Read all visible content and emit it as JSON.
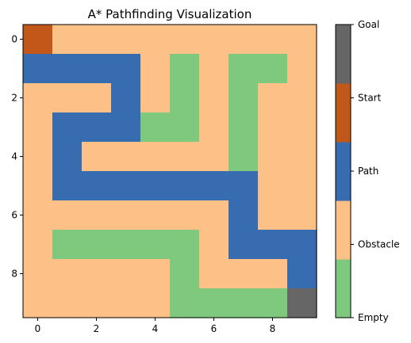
{
  "chart_data": {
    "type": "heatmap",
    "title": "A* Pathfinding Visualization",
    "xlabel": "",
    "ylabel": "",
    "rows": 10,
    "cols": 10,
    "x_ticks": [
      0,
      2,
      4,
      6,
      8
    ],
    "y_ticks": [
      0,
      2,
      4,
      6,
      8
    ],
    "xlim": [
      -0.5,
      9.5
    ],
    "ylim": [
      9.5,
      -0.5
    ],
    "grid": false,
    "categories": [
      {
        "value": 0,
        "label": "Empty",
        "color": "#7fc97f"
      },
      {
        "value": 1,
        "label": "Obstacle",
        "color": "#fdc086"
      },
      {
        "value": 2,
        "label": "Path",
        "color": "#386cb0"
      },
      {
        "value": 3,
        "label": "Start",
        "color": "#c2571a"
      },
      {
        "value": 4,
        "label": "Goal",
        "color": "#666666"
      }
    ],
    "values": [
      [
        3,
        1,
        1,
        1,
        1,
        1,
        1,
        1,
        1,
        1
      ],
      [
        2,
        2,
        2,
        2,
        1,
        0,
        1,
        0,
        0,
        1
      ],
      [
        1,
        1,
        1,
        2,
        1,
        0,
        1,
        0,
        1,
        1
      ],
      [
        1,
        2,
        2,
        2,
        0,
        0,
        1,
        0,
        1,
        1
      ],
      [
        1,
        2,
        1,
        1,
        1,
        1,
        1,
        0,
        1,
        1
      ],
      [
        1,
        2,
        2,
        2,
        2,
        2,
        2,
        2,
        1,
        1
      ],
      [
        1,
        1,
        1,
        1,
        1,
        1,
        1,
        2,
        1,
        1
      ],
      [
        1,
        0,
        0,
        0,
        0,
        0,
        1,
        2,
        2,
        2
      ],
      [
        1,
        1,
        1,
        1,
        1,
        0,
        1,
        1,
        1,
        2
      ],
      [
        1,
        1,
        1,
        1,
        1,
        0,
        0,
        0,
        0,
        4
      ]
    ],
    "colorbar": {
      "position": "right",
      "labels": [
        "Empty",
        "Obstacle",
        "Path",
        "Start",
        "Goal"
      ]
    }
  }
}
